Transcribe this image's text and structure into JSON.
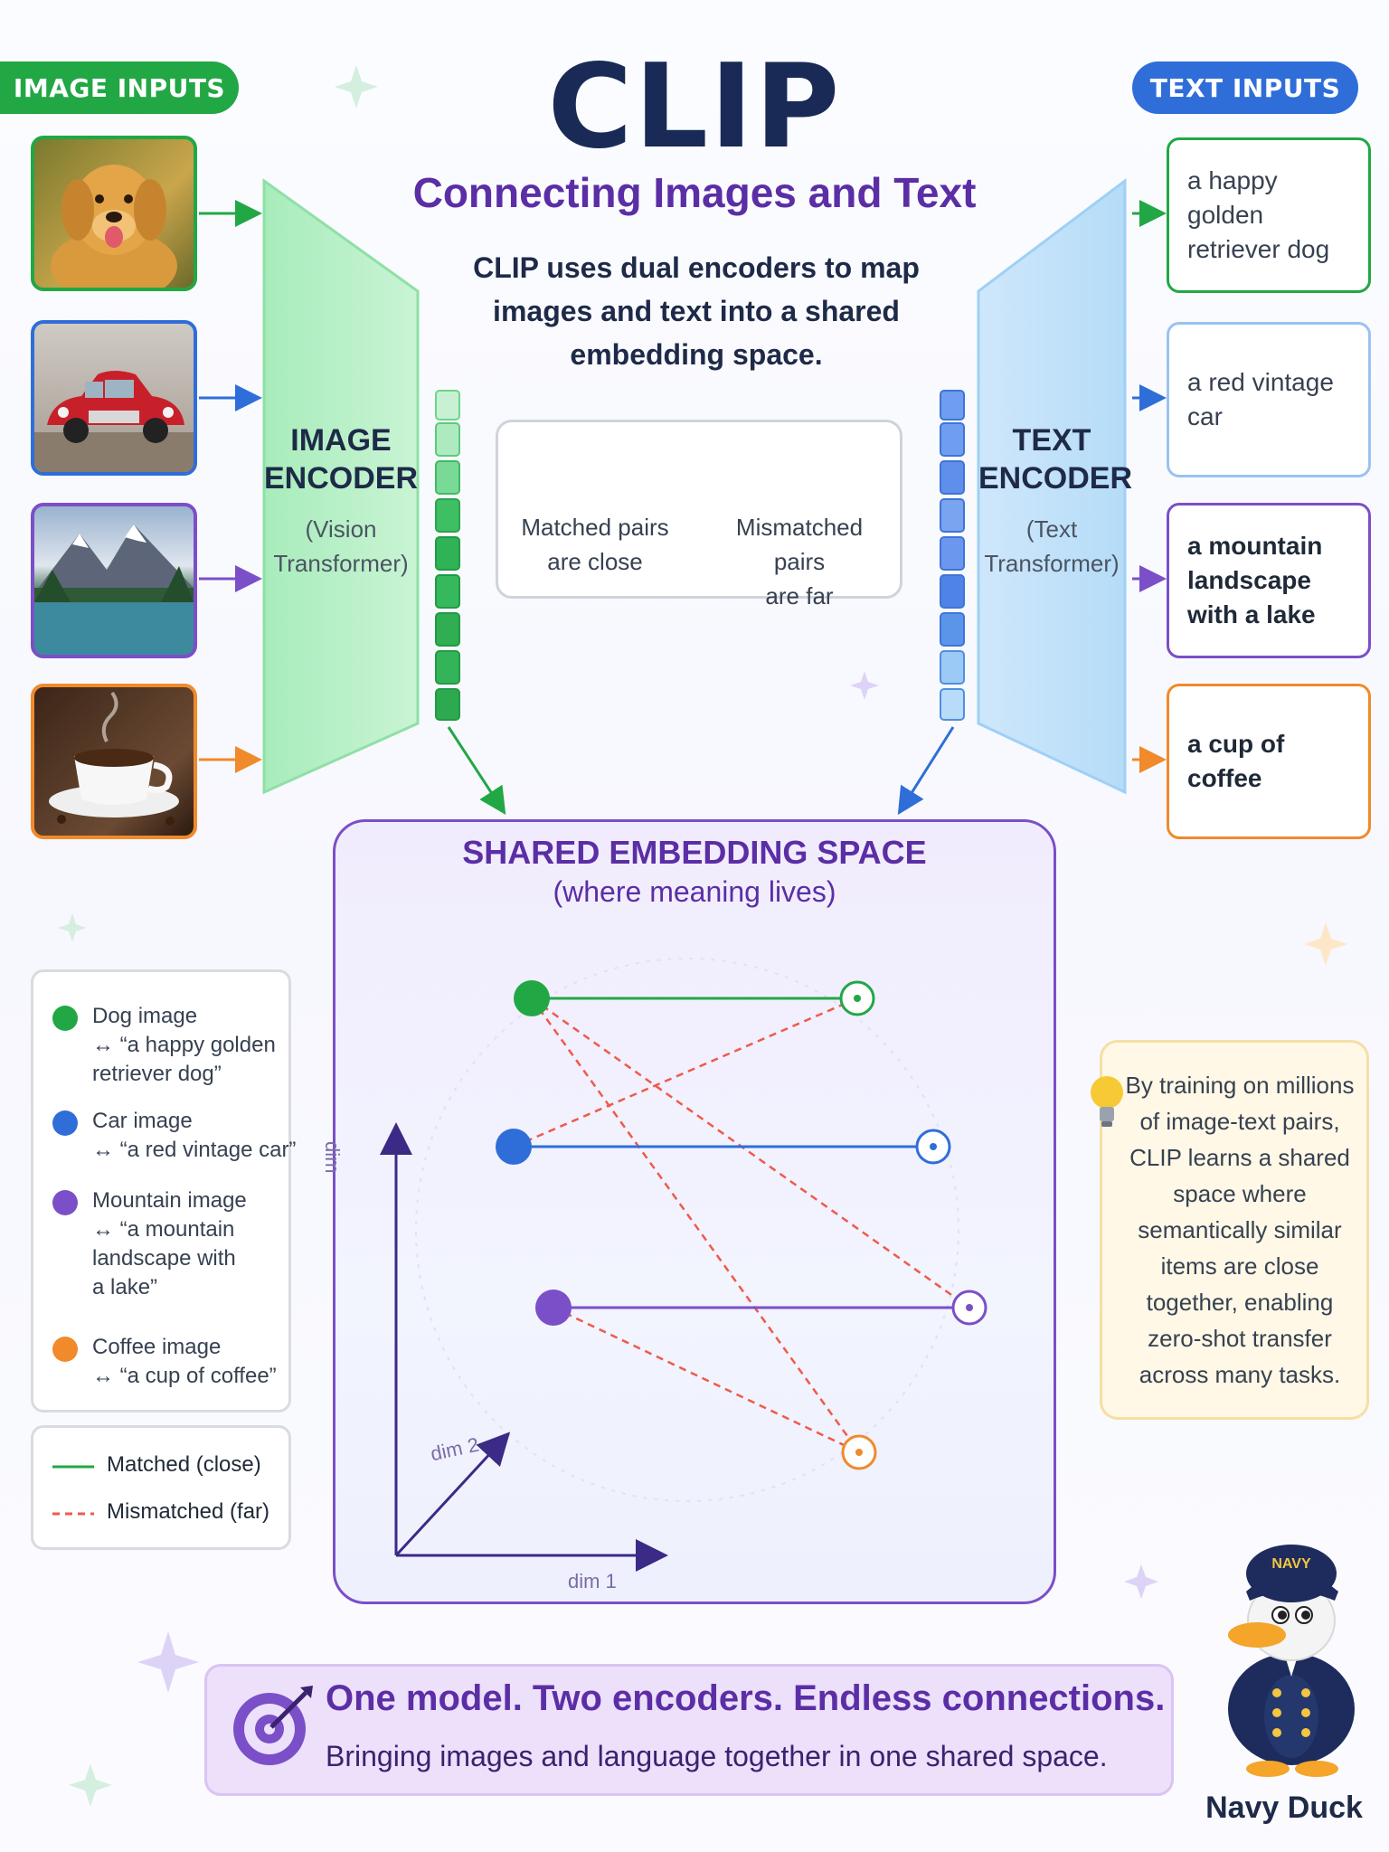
{
  "header": {
    "title": "CLIP",
    "subtitle": "Connecting Images and Text",
    "description": "CLIP uses dual encoders to map images and text into a shared embedding space."
  },
  "image_inputs": {
    "label": "IMAGE INPUTS",
    "items": [
      {
        "name": "dog",
        "color": "#22a745"
      },
      {
        "name": "car",
        "color": "#2f6ed8"
      },
      {
        "name": "mountain",
        "color": "#7b4fc7"
      },
      {
        "name": "coffee",
        "color": "#f08a2b"
      }
    ]
  },
  "text_inputs": {
    "label": "TEXT INPUTS",
    "items": [
      {
        "text": "a happy golden retriever dog",
        "color": "#22a745"
      },
      {
        "text": "a red vintage car",
        "color": "#2f6ed8"
      },
      {
        "text": "a mountain landscape with a lake",
        "color": "#7b4fc7"
      },
      {
        "text": "a cup of coffee",
        "color": "#f08a2b"
      }
    ]
  },
  "image_encoder": {
    "title_line1": "IMAGE",
    "title_line2": "ENCODER",
    "sub_line1": "(Vision",
    "sub_line2": "Transformer)"
  },
  "text_encoder": {
    "title_line1": "TEXT",
    "title_line2": "ENCODER",
    "sub_line1": "(Text",
    "sub_line2": "Transformer)"
  },
  "pair_legend": {
    "matched_line1": "Matched pairs",
    "matched_line2": "are close",
    "mismatched_line1": "Mismatched pairs",
    "mismatched_line2": "are far"
  },
  "shared_space": {
    "title": "SHARED EMBEDDING SPACE",
    "subtitle": "(where meaning lives)",
    "axis_x": "dim 1",
    "axis_y": "dim",
    "axis_z": "dim 2"
  },
  "key": {
    "items": [
      {
        "line1": "Dog image",
        "line2": "↔ “a happy golden",
        "line3": "retriever dog”",
        "color": "#22a745"
      },
      {
        "line1": "Car image",
        "line2": "↔ “a red vintage car”",
        "line3": "",
        "color": "#2f6ed8"
      },
      {
        "line1": "Mountain image",
        "line2": "↔ “a mountain",
        "line3": "landscape with",
        "line4": "a lake”",
        "color": "#7b4fc7"
      },
      {
        "line1": "Coffee image",
        "line2": "↔ “a cup of coffee”",
        "line3": "",
        "color": "#f08a2b"
      }
    ],
    "matched": "Matched (close)",
    "mismatched": "Mismatched (far)"
  },
  "note": {
    "text": "By training on millions of image-text pairs, CLIP learns a shared space where semantically similar items are close together, enabling zero-shot transfer across many tasks."
  },
  "banner": {
    "headline": "One model. Two encoders. Endless connections.",
    "sub": "Bringing images and language together in one shared space."
  },
  "mascot": {
    "name": "Navy Duck",
    "cap_text": "NAVY"
  },
  "colors": {
    "green": "#22a745",
    "blue": "#2f6ed8",
    "purple": "#7b4fc7",
    "orange": "#f08a2b",
    "red_dash": "#ef5a4a",
    "navy": "#182a55"
  }
}
